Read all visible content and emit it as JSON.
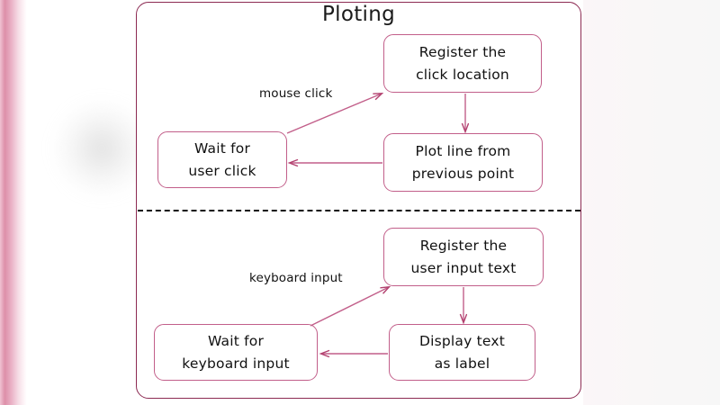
{
  "diagram": {
    "title": "Ploting",
    "accent_box_border": "#c25f8a",
    "accent_outer_border": "#8c2a52",
    "divider_color": "#111111",
    "background": "#ffffff",
    "left_band_color": "#dd8fa9",
    "sections": [
      {
        "id": "mouse-section",
        "nodes": [
          {
            "id": "register-click-location",
            "line1": "Register the",
            "line2": "click location"
          },
          {
            "id": "plot-line-previous-point",
            "line1": "Plot line from",
            "line2": "previous point"
          },
          {
            "id": "wait-for-user-click",
            "line1": "Wait for",
            "line2": "user click"
          }
        ],
        "edge_labels": [
          {
            "id": "mouse-click-label",
            "text": "mouse click"
          }
        ]
      },
      {
        "id": "keyboard-section",
        "nodes": [
          {
            "id": "register-user-input-text",
            "line1": "Register the",
            "line2": "user input text"
          },
          {
            "id": "display-text-as-label",
            "line1": "Display text",
            "line2": "as label"
          },
          {
            "id": "wait-for-keyboard-input",
            "line1": "Wait for",
            "line2": "keyboard input"
          }
        ],
        "edge_labels": [
          {
            "id": "keyboard-input-label",
            "text": "keyboard input"
          }
        ]
      }
    ]
  }
}
